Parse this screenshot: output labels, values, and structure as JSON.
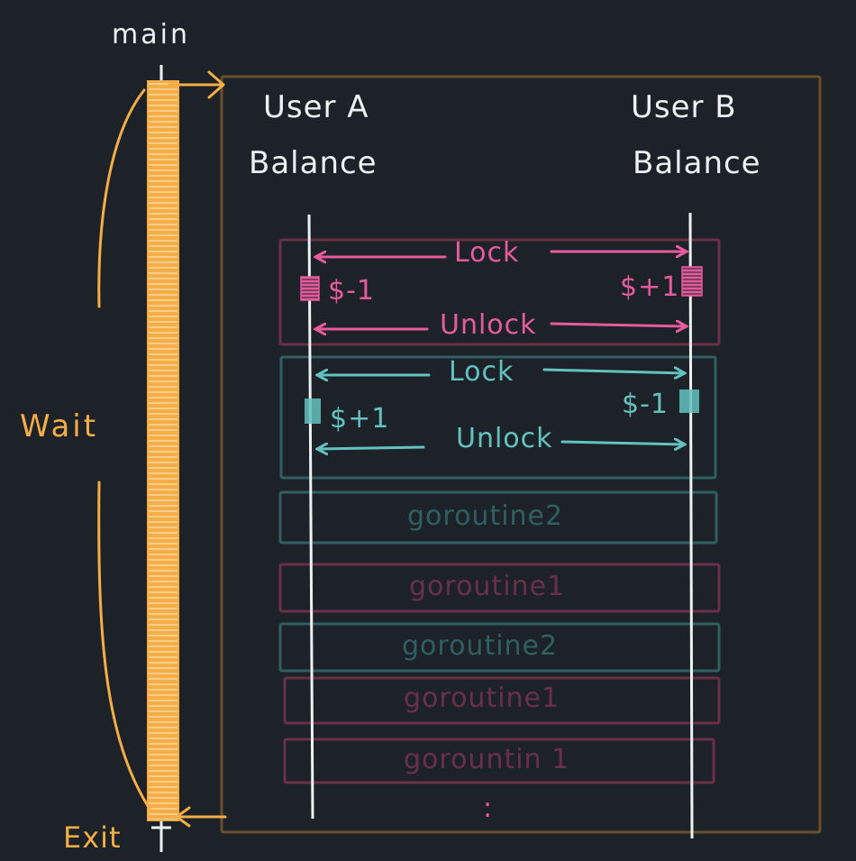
{
  "main_label": "main",
  "wait_label": "Wait",
  "exit_label": "Exit",
  "user_a": {
    "line1": "User A",
    "line2": "Balance"
  },
  "user_b": {
    "line1": "User B",
    "line2": "Balance"
  },
  "block_1": {
    "lock": "Lock",
    "unlock": "Unlock",
    "a_change": "$-1",
    "b_change": "$+1"
  },
  "block_2": {
    "lock": "Lock",
    "unlock": "Unlock",
    "a_change": "$+1",
    "b_change": "$-1"
  },
  "goroutines": [
    "goroutine2",
    "goroutine1",
    "goroutine2",
    "goroutine1",
    "gorountin 1"
  ],
  "ellipsis": ":",
  "colors": {
    "background": "#1c2228",
    "orange": "#f5ad45",
    "pink": "#e65b9c",
    "teal": "#63c2c0",
    "white": "#eef1f2",
    "frame": "#6a4f2a"
  }
}
